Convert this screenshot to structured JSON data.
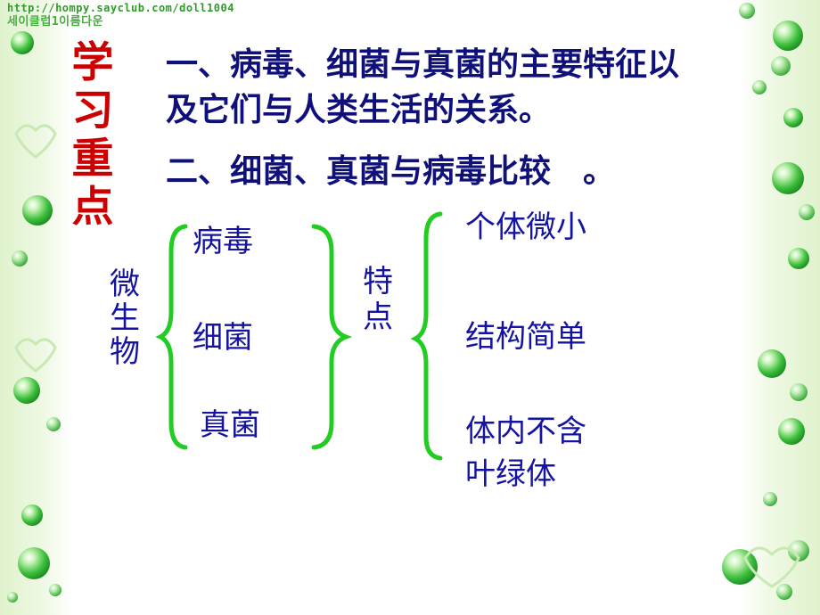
{
  "watermark": {
    "url": "http://hompy.sayclub.com/doll1004",
    "korean": "세이클럽1이름다운"
  },
  "heading_vertical": [
    "学",
    "习",
    "重",
    "点"
  ],
  "points": [
    {
      "line1": "一、病毒、细菌与真菌的主要特征以",
      "line2": "及它们与人类生活的关系。"
    },
    {
      "line1": "二、细菌、真菌与病毒比较　。"
    }
  ],
  "diagram": {
    "microbe_label": [
      "微",
      "生",
      "物"
    ],
    "members": [
      "病毒",
      "细菌",
      "真菌"
    ],
    "trait_label": [
      "特",
      "点"
    ],
    "traits": [
      "个体微小",
      "结构简单",
      "体内不含",
      "叶绿体"
    ]
  },
  "colors": {
    "heading": "#cc0000",
    "text": "#1414a0",
    "brace": "#22cc22",
    "frame": "#dff2cc",
    "bubble": "#3cbf3c"
  }
}
